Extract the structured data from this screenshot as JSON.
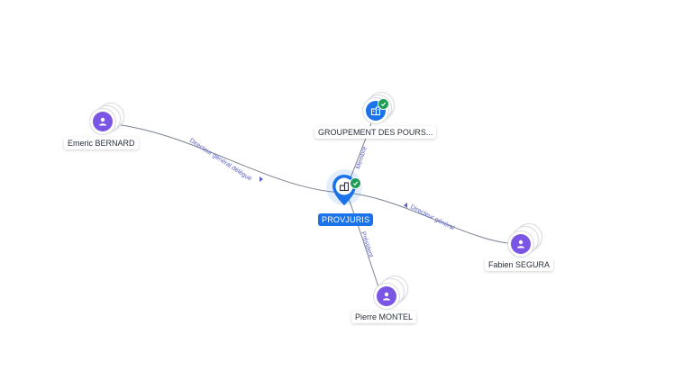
{
  "nodes": {
    "main": {
      "label": "PROVJURIS",
      "icon": "building-icon",
      "verified": true
    },
    "groupement": {
      "label": "GROUPEMENT DES POURS...",
      "icon": "building-icon",
      "verified": true
    },
    "emeric": {
      "label": "Emeric BERNARD",
      "icon": "person-icon"
    },
    "fabien": {
      "label": "Fabien SEGURA",
      "icon": "person-icon"
    },
    "pierre": {
      "label": "Pierre MONTEL",
      "icon": "person-icon"
    }
  },
  "edges": {
    "emeric": {
      "label": "Directeur général délégué"
    },
    "fabien": {
      "label": "Directeur général"
    },
    "pierre": {
      "label": "Président"
    },
    "groupement": {
      "label": "Membre"
    }
  },
  "colors": {
    "primary": "#1a73e8",
    "person": "#7b55e3",
    "verified": "#1f9d55",
    "edge": "#7a8290",
    "edge_label": "#5b5fc7"
  }
}
